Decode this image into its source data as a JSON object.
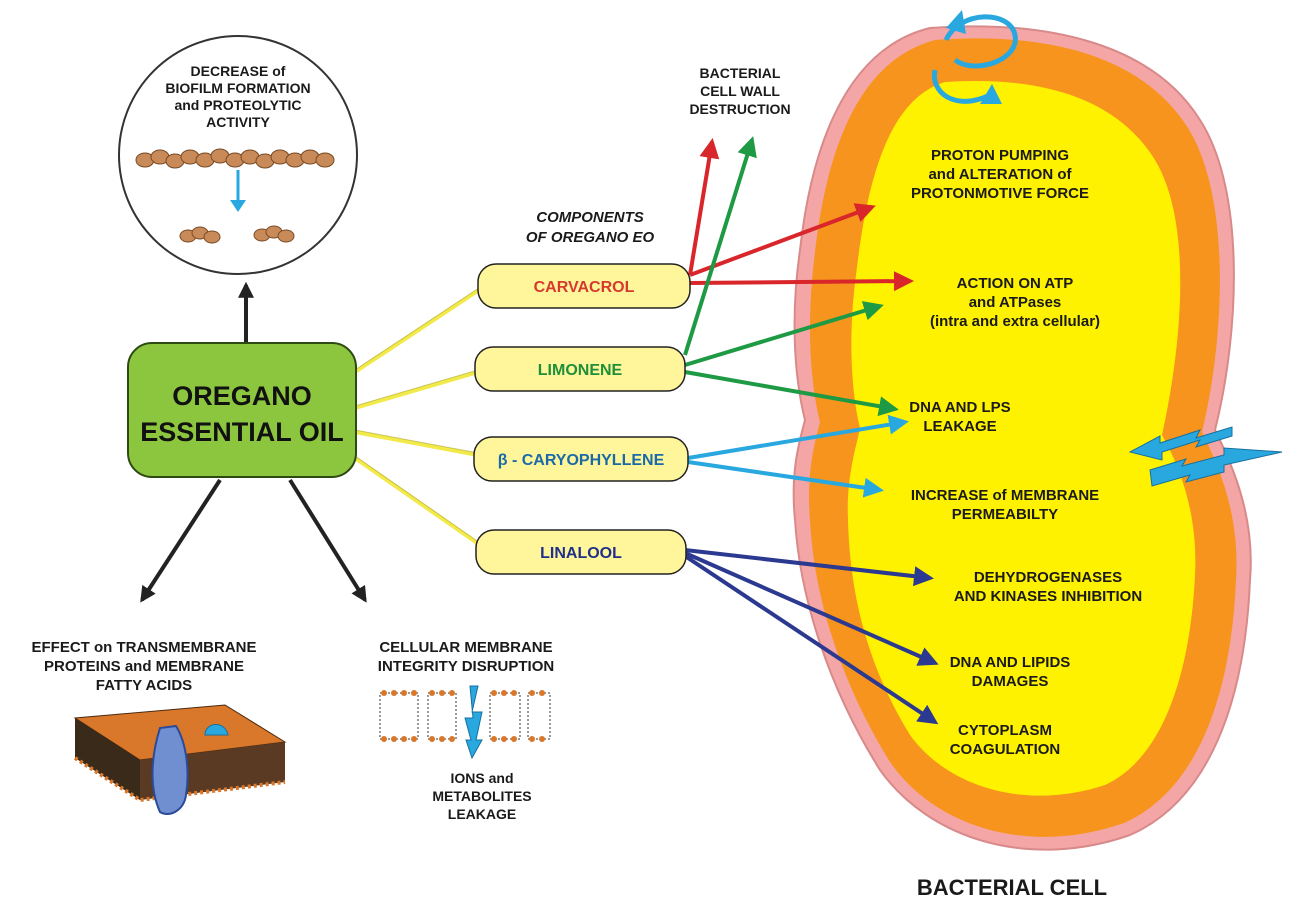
{
  "main_node": {
    "line1": "OREGANO",
    "line2": "ESSENTIAL OIL"
  },
  "components_heading": {
    "line1": "COMPONENTS",
    "line2": "OF OREGANO EO"
  },
  "components": [
    {
      "label": "CARVACROL",
      "color": "#d63a2f"
    },
    {
      "label": "LIMONENE",
      "color": "#1f8f3a"
    },
    {
      "label": "β - CARYOPHYLLENE",
      "color": "#1a6aa8"
    },
    {
      "label": "LINALOOL",
      "color": "#1f2f8a"
    }
  ],
  "biofilm": {
    "line1": "DECREASE of",
    "line2": "BIOFILM FORMATION",
    "line3": "and PROTEOLYTIC",
    "line4": "ACTIVITY"
  },
  "transmembrane": {
    "line1": "EFFECT on TRANSMEMBRANE",
    "line2": "PROTEINS and MEMBRANE",
    "line3": "FATTY ACIDS"
  },
  "membrane_integrity": {
    "line1": "CELLULAR MEMBRANE",
    "line2": "INTEGRITY DISRUPTION"
  },
  "ions": {
    "line1": "IONS and",
    "line2": "METABOLITES",
    "line3": "LEAKAGE"
  },
  "cell_wall": {
    "line1": "BACTERIAL",
    "line2": "CELL  WALL",
    "line3": "DESTRUCTION"
  },
  "effects": {
    "proton": {
      "line1": "PROTON PUMPING",
      "line2": "and ALTERATION of",
      "line3": "PROTONMOTIVE FORCE"
    },
    "atp": {
      "line1": "ACTION ON ATP",
      "line2": "and ATPases",
      "line3": "(intra and extra cellular)"
    },
    "dna_lps": {
      "line1": "DNA AND LPS",
      "line2": "LEAKAGE"
    },
    "permeability": {
      "line1": "INCREASE of MEMBRANE",
      "line2": "PERMEABILTY"
    },
    "dehydrogenases": {
      "line1": "DEHYDROGENASES",
      "line2": "AND  KINASES INHIBITION"
    },
    "dna_lipids": {
      "line1": "DNA AND LIPIDS",
      "line2": "DAMAGES"
    },
    "cytoplasm": {
      "line1": "CYTOPLASM",
      "line2": "COAGULATION"
    }
  },
  "cell_label": "BACTERIAL CELL",
  "colors": {
    "oil_box": "#8cc63f",
    "component_box": "#fff59a",
    "cell_outer": "#f4a6a6",
    "cell_wall": "#f7941d",
    "cytoplasm": "#fff200",
    "carvacrol_arrow": "#d9262b",
    "limonene_arrow": "#1e9a45",
    "caryophyllene_arrow": "#29a8e0",
    "linalool_arrow": "#2b3990",
    "connector": "#f2ea4a"
  }
}
